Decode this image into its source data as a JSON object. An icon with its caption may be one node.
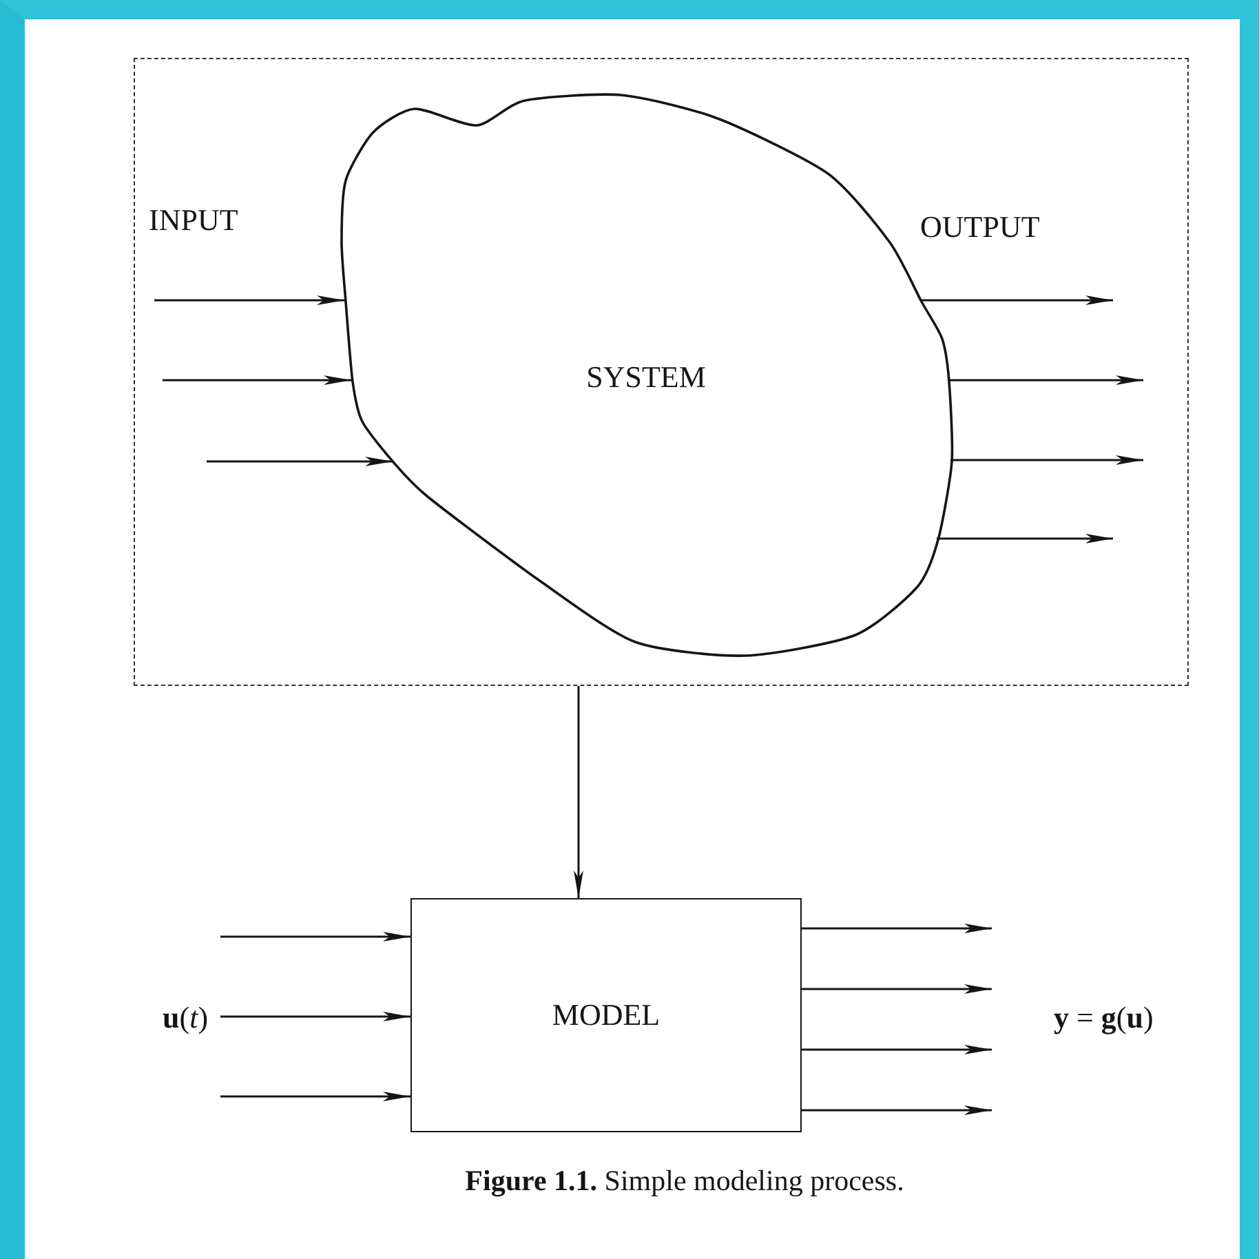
{
  "diagram": {
    "caption": "**Figure 1.1.** Simple modeling process.",
    "nodes": [
      {
        "text": [],
        "shape": "box"
      },
      {
        "text": [
          "SYSTEM"
        ],
        "in": 0
      },
      {
        "text": [
          "MODEL"
        ]
      }
    ],
    "edges": [
      {
        "from": null,
        "to": 1,
        "arrow": "to"
      },
      {
        "from": null,
        "to": 1,
        "arrow": "to"
      },
      {
        "from": null,
        "to": 1,
        "arrow": "to"
      },
      {
        "from": 1,
        "to": null,
        "arrow": "to"
      },
      {
        "from": 1,
        "to": null,
        "arrow": "to"
      },
      {
        "from": 1,
        "to": null,
        "arrow": "to"
      },
      {
        "from": 1,
        "to": null,
        "arrow": "to"
      },
      {
        "from": 0,
        "to": 2,
        "arrow": "to"
      },
      {
        "from": null,
        "to": 2,
        "arrow": "to"
      },
      {
        "from": null,
        "to": 2,
        "arrow": "to"
      },
      {
        "from": null,
        "to": 2,
        "arrow": "to"
      },
      {
        "from": 2,
        "to": null,
        "arrow": "to"
      },
      {
        "from": 2,
        "to": null,
        "arrow": "to"
      },
      {
        "from": 2,
        "to": null,
        "arrow": "to"
      },
      {
        "from": 2,
        "to": null,
        "arrow": "to"
      }
    ],
    "labels": [
      "INPUT",
      "OUTPUT",
      "**u**(*t*)",
      "**y** = **g**(**u**)"
    ]
  }
}
